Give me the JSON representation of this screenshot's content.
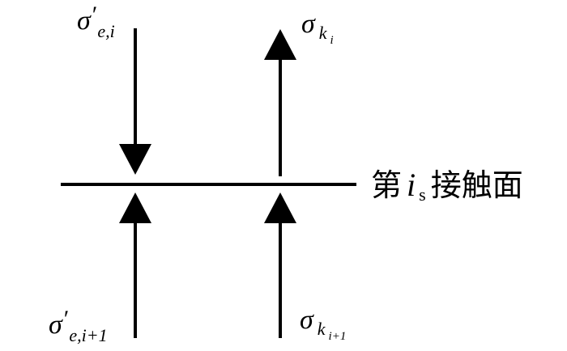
{
  "labels": {
    "sigma_e_i": {
      "symbol": "σ",
      "prime": "′",
      "subscript": "e,i"
    },
    "sigma_e_i1": {
      "symbol": "σ",
      "prime": "′",
      "subscript": "e,i+1"
    },
    "sigma_k_i": {
      "symbol": "σ",
      "subscript": "k",
      "subsubscript": "i"
    },
    "sigma_k_i1": {
      "symbol": "σ",
      "subscript": "k",
      "subsubscript": "i+1"
    }
  },
  "interface": {
    "prefix": "第",
    "index": "i",
    "index_sub": "s",
    "suffix": "接触面"
  }
}
